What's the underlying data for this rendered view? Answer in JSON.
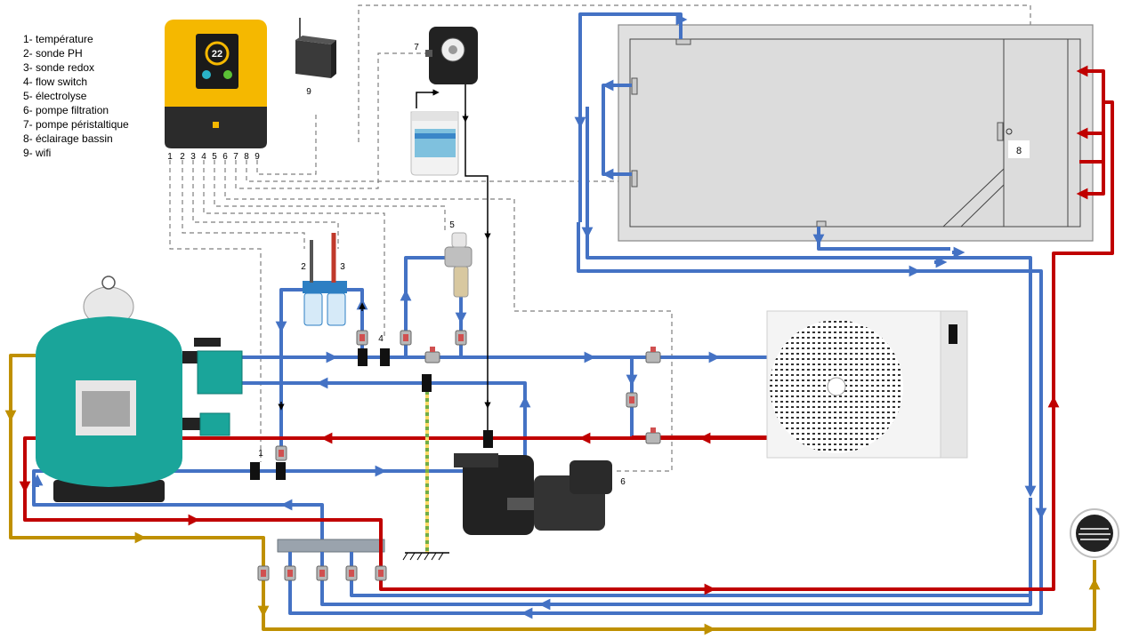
{
  "legend": [
    "1- température",
    "2- sonde PH",
    "3- sonde redox",
    "4- flow switch",
    "5- électrolyse",
    "6- pompe filtration",
    "7- pompe péristaltique",
    "8- éclairage bassin",
    "9- wifi"
  ],
  "controller": {
    "display": "22",
    "terminals": [
      "1",
      "2",
      "3",
      "4",
      "5",
      "6",
      "7",
      "8",
      "9"
    ]
  },
  "labels": {
    "wifi": "9",
    "peristaltic_pump": "7",
    "electrolysis": "5",
    "ph_probe": "2",
    "redox_probe": "3",
    "flow_switch": "4",
    "temperature": "1",
    "filtration_pump": "6",
    "pool_light": "8"
  },
  "colors": {
    "blue_pipe": "#4472c4",
    "red_pipe": "#c00000",
    "gold_pipe": "#bf9000",
    "black_line": "#000000",
    "dashed_line": "#7f7f7f",
    "controller_body": "#f5b800",
    "filter_tank": "#1aa59a",
    "pool_fill": "#e0e0e0"
  }
}
